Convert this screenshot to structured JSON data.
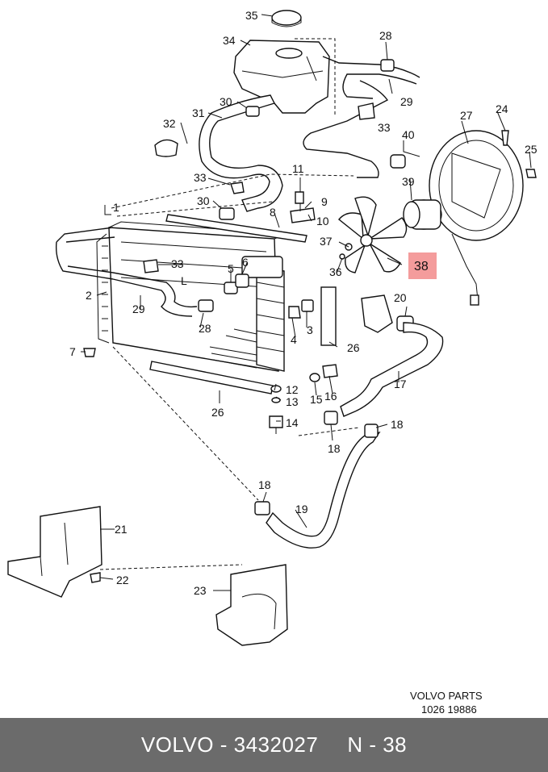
{
  "callouts": {
    "c1": "1",
    "c2": "2",
    "c3": "3",
    "c4": "4",
    "c5": "5",
    "c6": "6",
    "c7": "7",
    "c8": "8",
    "c9": "9",
    "c10": "10",
    "c11": "11",
    "c12": "12",
    "c13": "13",
    "c14": "14",
    "c15": "15",
    "c16": "16",
    "c17": "17",
    "c18a": "18",
    "c18b": "18",
    "c18c": "18",
    "c19": "19",
    "c20": "20",
    "c21": "21",
    "c22": "22",
    "c23": "23",
    "c24": "24",
    "c25": "25",
    "c26a": "26",
    "c26b": "26",
    "c27": "27",
    "c28a": "28",
    "c28b": "28",
    "c29a": "29",
    "c29b": "29",
    "c30a": "30",
    "c30b": "30",
    "c31": "31",
    "c32": "32",
    "c33a": "33",
    "c33b": "33",
    "c33c": "33",
    "c34": "34",
    "c35": "35",
    "c36": "36",
    "c37": "37",
    "c38": "38",
    "c39": "39",
    "c40": "40",
    "cL": "L"
  },
  "highlight": {
    "part": "38",
    "color": "#f28b8b"
  },
  "stamp": {
    "line1": "VOLVO  PARTS",
    "line2": "1026  19886"
  },
  "footer": {
    "brand_part": "VOLVO - 3432027",
    "position": "N - 38",
    "bg_color": "#6b6b6b"
  }
}
